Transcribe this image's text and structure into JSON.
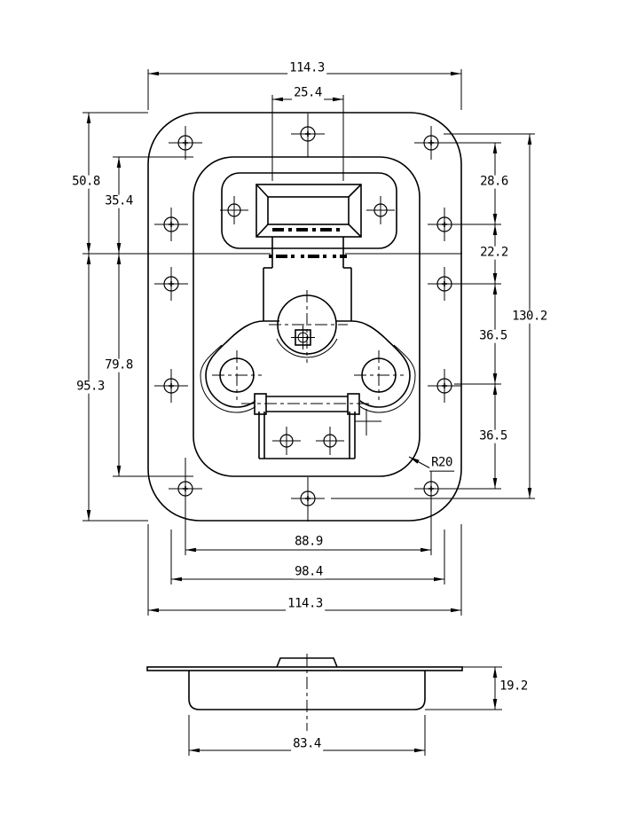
{
  "colors": {
    "line": "#000000",
    "background": "#ffffff"
  },
  "drawing": {
    "dims": {
      "top_width": "114.3",
      "pad_width": "25.4",
      "left_outer_upper": "50.8",
      "left_inner_upper": "35.4",
      "left_inner_lower": "79.8",
      "left_outer_lower": "95.3",
      "right_seg_1": "28.6",
      "right_seg_2": "22.2",
      "right_seg_3": "36.5",
      "right_seg_4": "36.5",
      "right_overall": "130.2",
      "corner_radius": "R20",
      "bottom_span_inner": "88.9",
      "bottom_span_outer": "98.4",
      "bottom_width": "114.3",
      "side_width": "83.4",
      "side_depth": "19.2"
    }
  }
}
